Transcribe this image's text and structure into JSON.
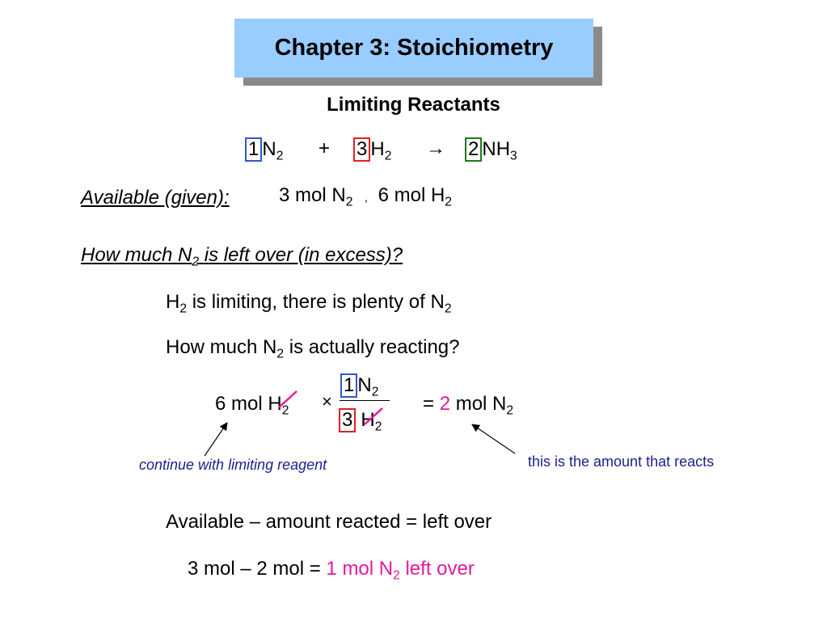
{
  "title": "Chapter 3: Stoichiometry",
  "subtitle": "Limiting Reactants",
  "equation": {
    "coef1": "1",
    "species1": "N",
    "sub1": "2",
    "plus": "+",
    "coef2": "3",
    "species2": "H",
    "sub2": "2",
    "arrow": "→",
    "coef3": "2",
    "species3": "NH",
    "sub3": "3"
  },
  "available": {
    "label": "Available (given):",
    "part1": "3 mol N",
    "sub1": "2",
    "comma": ",",
    "part2": "6 mol H",
    "sub2": "2"
  },
  "question": {
    "pre": "How much N",
    "sub": "2",
    "post": " is left over (in excess)?"
  },
  "line_limiting": {
    "a": "H",
    "a_sub": "2",
    "b": " is limiting, there is plenty of N",
    "b_sub": "2"
  },
  "line_reacting": {
    "a": "How much N",
    "a_sub": "2",
    "b": " is actually reacting?"
  },
  "calc": {
    "left_a": "6 mol H",
    "left_sub": "2",
    "times": "×",
    "num_coef": "1",
    "num_species": "N",
    "num_sub": "2",
    "den_coef": "3",
    "den_species": "H",
    "den_sub": "2",
    "eq": "= ",
    "result": "2",
    "unit": " mol N",
    "unit_sub": "2"
  },
  "annotations": {
    "left": "continue with limiting reagent",
    "right": "this is the amount that reacts"
  },
  "summary": {
    "text": "Available – amount reacted = left over"
  },
  "final": {
    "pre": "3 mol – 2 mol = ",
    "mag_a": "1 mol N",
    "mag_sub": "2",
    "mag_b": " left over"
  },
  "colors": {
    "title_bg": "#99ccff",
    "highlight": "#e8189a",
    "box_blue": "#3355cc",
    "box_red": "#e02020",
    "box_green": "#1a7a1a"
  }
}
